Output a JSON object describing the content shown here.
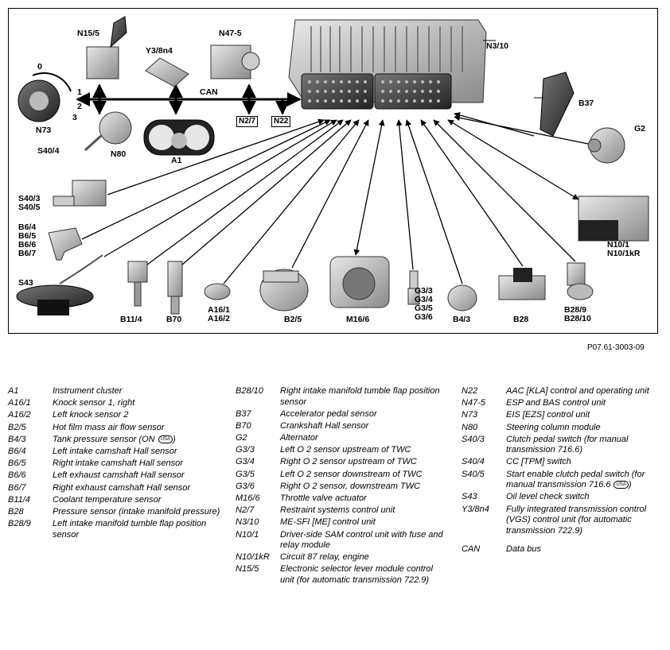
{
  "diagram": {
    "labels": {
      "n15_5": "N15/5",
      "y3_8n4": "Y3/8n4",
      "n47_5": "N47-5",
      "n3_10": "N3/10",
      "can": "CAN",
      "n2_7": "N2/7",
      "n22": "N22",
      "n73": "N73",
      "s40_4": "S40/4",
      "n80": "N80",
      "a1": "A1",
      "b37": "B37",
      "g2": "G2",
      "n10": [
        "N10/1",
        "N10/1kR"
      ],
      "s40_3": [
        "S40/3",
        "S40/5"
      ],
      "b6": [
        "B6/4",
        "B6/5",
        "B6/6",
        "B6/7"
      ],
      "s43": "S43",
      "b11_4": "B11/4",
      "b70": "B70",
      "a16": [
        "A16/1",
        "A16/2"
      ],
      "b2_5": "B2/5",
      "m16_6": "M16/6",
      "g3": [
        "G3/3",
        "G3/4",
        "G3/5",
        "G3/6"
      ],
      "b4_3": "B4/3",
      "b28": "B28",
      "b28_9": [
        "B28/9",
        "B28/10"
      ],
      "sw_0": "0",
      "sw_1": "1",
      "sw_2": "2",
      "sw_3": "3"
    },
    "figure_ref": "P07.61-3003-09"
  },
  "legend": {
    "col1": [
      {
        "code": "A1",
        "desc": "Instrument cluster"
      },
      {
        "code": "A16/1",
        "desc": "Knock sensor 1, right"
      },
      {
        "code": "A16/2",
        "desc": "Left knock sensor 2"
      },
      {
        "code": "B2/5",
        "desc": "Hot film mass air flow sensor"
      },
      {
        "code": "B4/3",
        "desc": "Tank pressure sensor (ON",
        "badge": "USA",
        "tail": ")"
      },
      {
        "code": "B6/4",
        "desc": "Left intake camshaft Hall sensor"
      },
      {
        "code": "B6/5",
        "desc": "Right intake camshaft Hall sensor"
      },
      {
        "code": "B6/6",
        "desc": "Left exhaust camshaft Hall sensor"
      },
      {
        "code": "B6/7",
        "desc": "Right exhaust camshaft Hall sensor"
      },
      {
        "code": "B11/4",
        "desc": "Coolant temperature sensor"
      },
      {
        "code": "B28",
        "desc": "Pressure sensor (intake manifold pressure)"
      },
      {
        "code": "B28/9",
        "desc": "Left intake manifold tumble flap position sensor"
      }
    ],
    "col2": [
      {
        "code": "B28/10",
        "desc": "Right intake manifold tumble flap position sensor"
      },
      {
        "code": "B37",
        "desc": "Accelerator pedal sensor"
      },
      {
        "code": "B70",
        "desc": "Crankshaft Hall sensor"
      },
      {
        "code": "G2",
        "desc": "Alternator"
      },
      {
        "code": "G3/3",
        "desc": "Left O 2 sensor upstream of TWC"
      },
      {
        "code": "G3/4",
        "desc": "Right O 2 sensor upstream of TWC"
      },
      {
        "code": "G3/5",
        "desc": "Left O 2 sensor downstream of TWC"
      },
      {
        "code": "G3/6",
        "desc": "Right O 2 sensor, downstream TWC"
      },
      {
        "code": "M16/6",
        "desc": "Throttle valve actuator"
      },
      {
        "code": "N2/7",
        "desc": "Restraint systems control unit"
      },
      {
        "code": "N3/10",
        "desc": "ME-SFI [ME] control unit"
      },
      {
        "code": "N10/1",
        "desc": "Driver-side SAM control unit with fuse and relay module"
      },
      {
        "code": "N10/1kR",
        "desc": "Circuit 87 relay, engine"
      },
      {
        "code": "N15/5",
        "desc": "Electronic selector lever module control unit (for automatic transmission 722.9)"
      }
    ],
    "col3": [
      {
        "code": "N22",
        "desc": "AAC [KLA] control and operating unit"
      },
      {
        "code": "N47-5",
        "desc": "ESP and BAS control unit"
      },
      {
        "code": "N73",
        "desc": "EIS [EZS] control unit"
      },
      {
        "code": "N80",
        "desc": "Steering column module"
      },
      {
        "code": "S40/3",
        "desc": "Clutch pedal switch (for manual transmission 716.6)"
      },
      {
        "code": "S40/4",
        "desc": "CC [TPM] switch"
      },
      {
        "code": "S40/5",
        "desc": "Start enable clutch pedal switch (for manual transmission 716.6",
        "badge": "USA",
        "tail": ")"
      },
      {
        "code": "S43",
        "desc": "Oil level check switch"
      },
      {
        "code": "Y3/8n4",
        "desc": "Fully integrated transmission control (VGS) control unit (for automatic transmission 722.9)"
      },
      {
        "code": "CAN",
        "desc": "Data bus",
        "gap": 10
      }
    ]
  }
}
